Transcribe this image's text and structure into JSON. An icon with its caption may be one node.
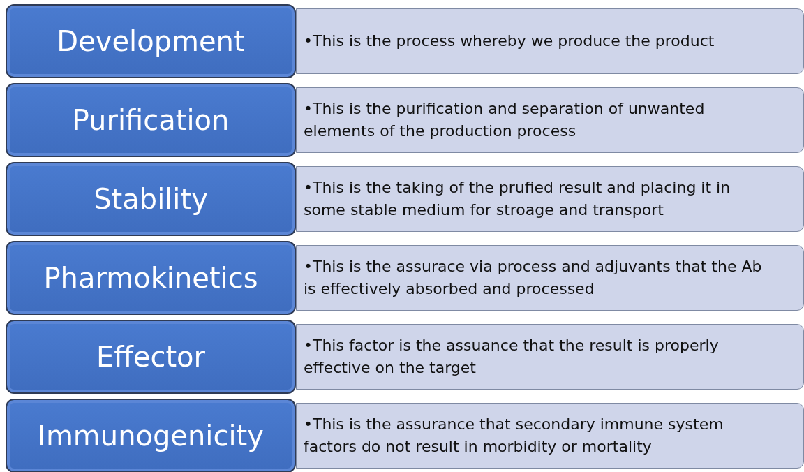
{
  "diagram": {
    "nodes": [
      {
        "text": [
          "Development"
        ]
      },
      {
        "text": [
          "•This is the process whereby we produce the product"
        ]
      },
      {
        "text": [
          "Purification"
        ]
      },
      {
        "text": [
          "•This is the purification and separation of unwanted elements of the production process"
        ]
      },
      {
        "text": [
          "Stability"
        ]
      },
      {
        "text": [
          "•This is the taking of the prufied result and placing it in some stable medium for stroage and transport"
        ]
      },
      {
        "text": [
          "Pharmokinetics"
        ]
      },
      {
        "text": [
          "•This is the assurace via process and adjuvants that the Ab is effectively absorbed and processed"
        ]
      },
      {
        "text": [
          "Effector"
        ]
      },
      {
        "text": [
          "•This factor is the assuance that the result is properly effective on the target"
        ]
      },
      {
        "text": [
          "Immunogenicity"
        ]
      },
      {
        "text": [
          "•This is the assurance that secondary immune system factors do not result in morbidity or mortality"
        ]
      }
    ]
  }
}
